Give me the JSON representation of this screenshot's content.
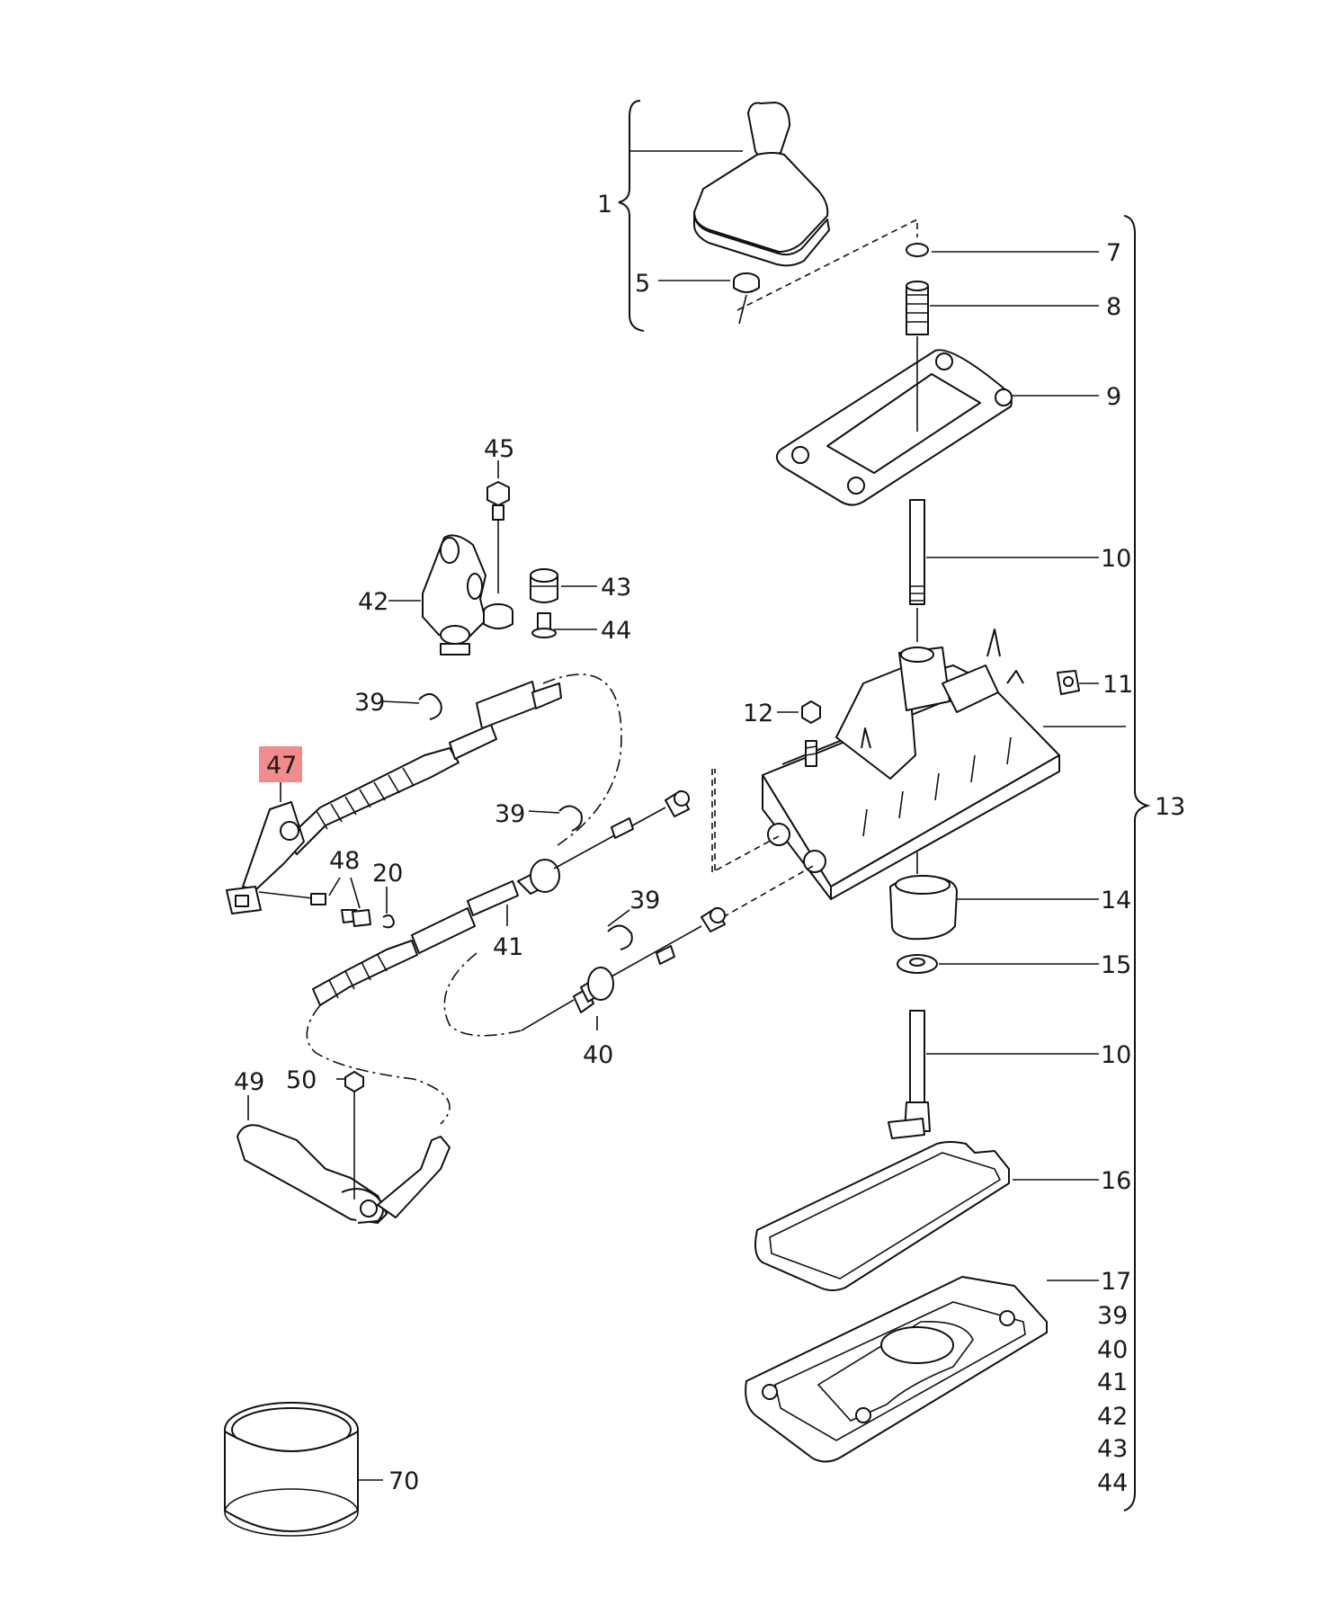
{
  "colors": {
    "highlight": "#f28b8b",
    "ink": "#111111",
    "background": "#ffffff"
  },
  "callouts": {
    "c1": "1",
    "c5": "5",
    "c7": "7",
    "c8": "8",
    "c9": "9",
    "c10a": "10",
    "c10b": "10",
    "c11": "11",
    "c12": "12",
    "c13": "13",
    "c14": "14",
    "c15": "15",
    "c16": "16",
    "c17": "17",
    "c20": "20",
    "c39a": "39",
    "c39b": "39",
    "c39c": "39",
    "c40": "40",
    "c41": "41",
    "c42": "42",
    "c43": "43",
    "c44": "44",
    "c45": "45",
    "c47": "47",
    "c48": "48",
    "c49": "49",
    "c50": "50",
    "c70": "70"
  },
  "kit_list": [
    "17",
    "39",
    "40",
    "41",
    "42",
    "43",
    "44"
  ],
  "highlighted_part": "47"
}
